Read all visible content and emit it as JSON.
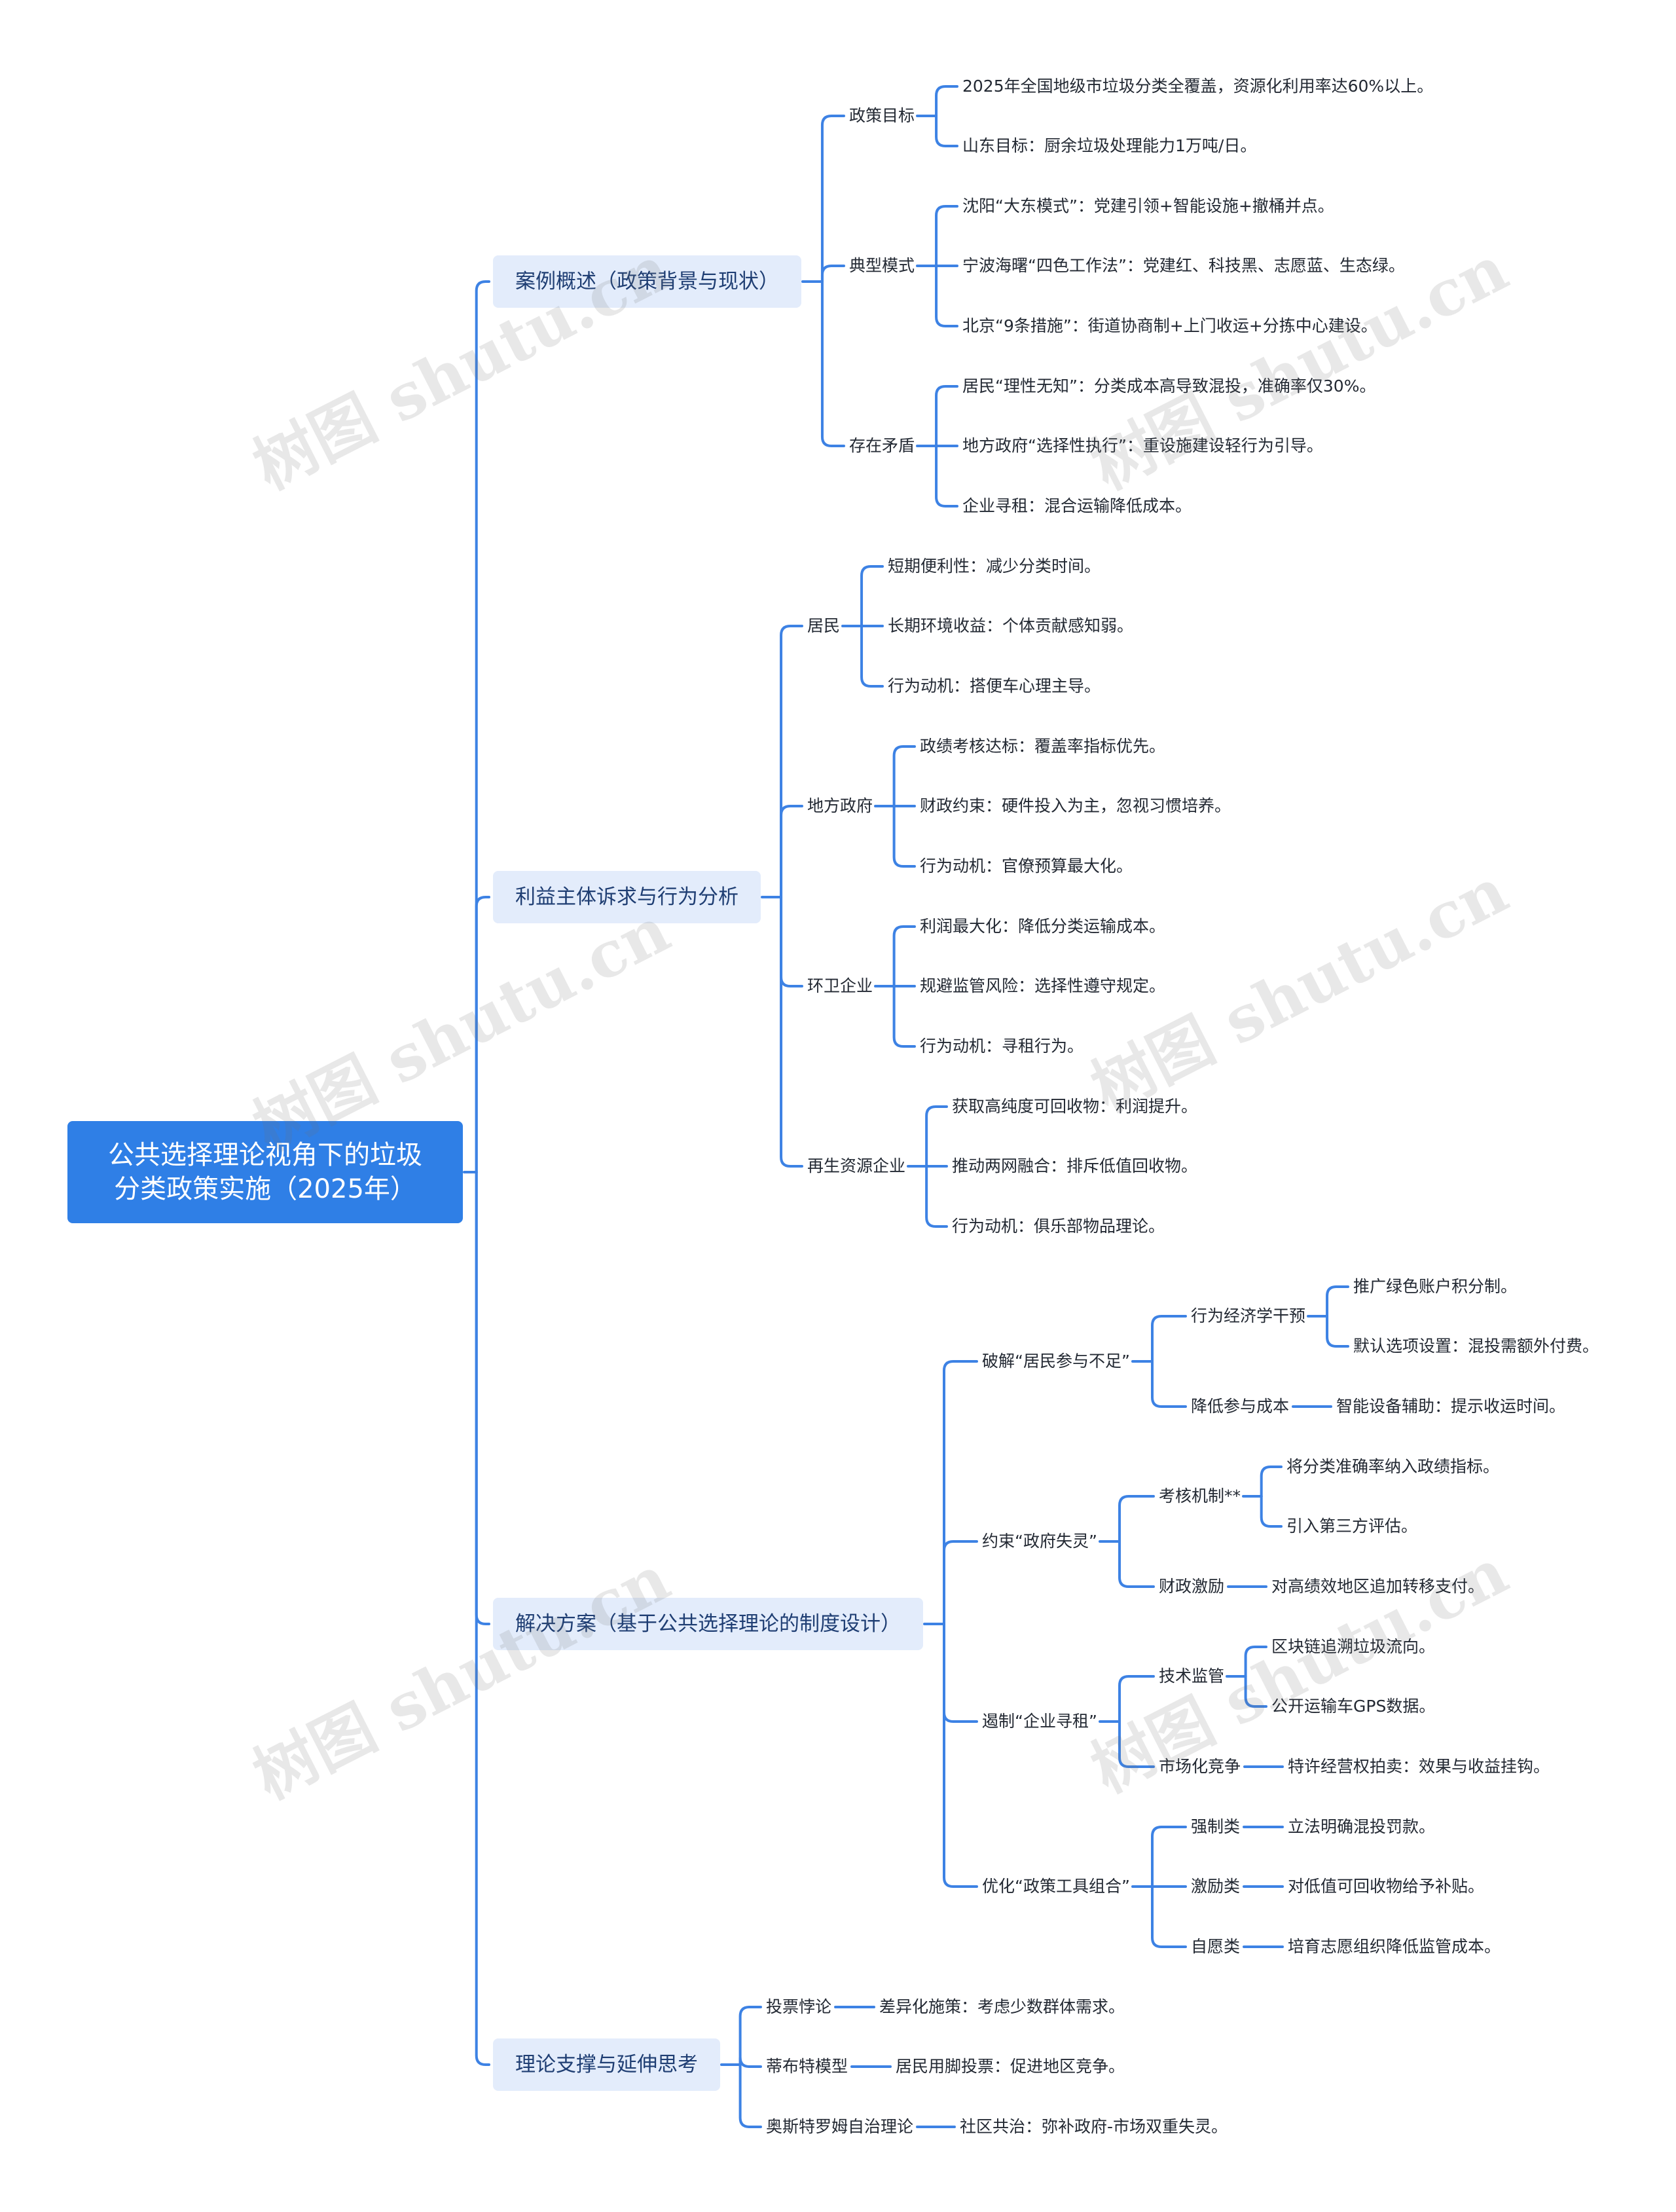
{
  "root": {
    "line1": "公共选择理论视角下的垃圾",
    "line2": "分类政策实施（2025年）"
  },
  "branches": [
    {
      "label": "案例概述（政策背景与现状）",
      "children": [
        {
          "label": "政策目标",
          "children": [
            {
              "label": "2025年全国地级市垃圾分类全覆盖，资源化利用率达60%以上。"
            },
            {
              "label": "山东目标：厨余垃圾处理能力1万吨/日。"
            }
          ]
        },
        {
          "label": "典型模式",
          "children": [
            {
              "label": "沈阳“大东模式”：党建引领+智能设施+撤桶并点。"
            },
            {
              "label": "宁波海曙“四色工作法”：党建红、科技黑、志愿蓝、生态绿。"
            },
            {
              "label": "北京“9条措施”：街道协商制+上门收运+分拣中心建设。"
            }
          ]
        },
        {
          "label": "存在矛盾",
          "children": [
            {
              "label": "居民“理性无知”：分类成本高导致混投，准确率仅30%。"
            },
            {
              "label": "地方政府“选择性执行”：重设施建设轻行为引导。"
            },
            {
              "label": "企业寻租：混合运输降低成本。"
            }
          ]
        }
      ]
    },
    {
      "label": "利益主体诉求与行为分析",
      "children": [
        {
          "label": "居民",
          "children": [
            {
              "label": "短期便利性：减少分类时间。"
            },
            {
              "label": "长期环境收益：个体贡献感知弱。"
            },
            {
              "label": "行为动机：搭便车心理主导。"
            }
          ]
        },
        {
          "label": "地方政府",
          "children": [
            {
              "label": "政绩考核达标：覆盖率指标优先。"
            },
            {
              "label": "财政约束：硬件投入为主，忽视习惯培养。"
            },
            {
              "label": "行为动机：官僚预算最大化。"
            }
          ]
        },
        {
          "label": "环卫企业",
          "children": [
            {
              "label": "利润最大化：降低分类运输成本。"
            },
            {
              "label": "规避监管风险：选择性遵守规定。"
            },
            {
              "label": "行为动机：寻租行为。"
            }
          ]
        },
        {
          "label": "再生资源企业",
          "children": [
            {
              "label": "获取高纯度可回收物：利润提升。"
            },
            {
              "label": "推动两网融合：排斥低值回收物。"
            },
            {
              "label": "行为动机：俱乐部物品理论。"
            }
          ]
        }
      ]
    },
    {
      "label": "解决方案（基于公共选择理论的制度设计）",
      "children": [
        {
          "label": "破解“居民参与不足”",
          "children": [
            {
              "label": "行为经济学干预",
              "children": [
                {
                  "label": "推广绿色账户积分制。"
                },
                {
                  "label": "默认选项设置：混投需额外付费。"
                }
              ]
            },
            {
              "label": "降低参与成本",
              "children": [
                {
                  "label": "智能设备辅助：提示收运时间。"
                }
              ]
            }
          ]
        },
        {
          "label": "约束“政府失灵”",
          "children": [
            {
              "label": "考核机制**",
              "children": [
                {
                  "label": "将分类准确率纳入政绩指标。"
                },
                {
                  "label": "引入第三方评估。"
                }
              ]
            },
            {
              "label": "财政激励",
              "children": [
                {
                  "label": "对高绩效地区追加转移支付。"
                }
              ]
            }
          ]
        },
        {
          "label": "遏制“企业寻租”",
          "children": [
            {
              "label": "技术监管",
              "children": [
                {
                  "label": "区块链追溯垃圾流向。"
                },
                {
                  "label": "公开运输车GPS数据。"
                }
              ]
            },
            {
              "label": "市场化竞争",
              "children": [
                {
                  "label": "特许经营权拍卖：效果与收益挂钩。"
                }
              ]
            }
          ]
        },
        {
          "label": "优化“政策工具组合”",
          "children": [
            {
              "label": "强制类",
              "children": [
                {
                  "label": "立法明确混投罚款。"
                }
              ]
            },
            {
              "label": "激励类",
              "children": [
                {
                  "label": "对低值可回收物给予补贴。"
                }
              ]
            },
            {
              "label": "自愿类",
              "children": [
                {
                  "label": "培育志愿组织降低监管成本。"
                }
              ]
            }
          ]
        }
      ]
    },
    {
      "label": "理论支撑与延伸思考",
      "children": [
        {
          "label": "投票悖论",
          "children": [
            {
              "label": "差异化施策：考虑少数群体需求。"
            }
          ]
        },
        {
          "label": "蒂布特模型",
          "children": [
            {
              "label": "居民用脚投票：促进地区竞争。"
            }
          ]
        },
        {
          "label": "奥斯特罗姆自治理论",
          "children": [
            {
              "label": "社区共治：弥补政府-市场双重失灵。"
            }
          ]
        }
      ]
    }
  ],
  "watermark": "树图 shutu.cn",
  "colors": {
    "connector": "#3d82e4",
    "root_bg": "#2f7fe6",
    "branch_bg": "#e3ecfb",
    "branch_text": "#1f3e73",
    "leaf_text": "#232933"
  }
}
